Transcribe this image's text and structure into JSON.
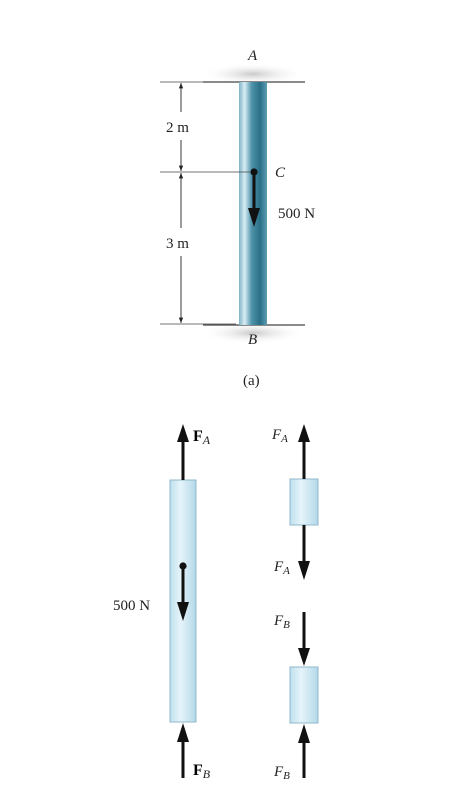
{
  "figure_a": {
    "top_support": "A",
    "bottom_support": "B",
    "point_label": "C",
    "load": "500 N",
    "dim_top": "2 m",
    "dim_bottom": "3 m",
    "caption": "(a)"
  },
  "figure_b": {
    "free_body": {
      "load": "500 N",
      "top_force": {
        "bold": "F",
        "sub": "A"
      },
      "bottom_force": {
        "bold": "F",
        "sub": "B"
      }
    },
    "segments": {
      "upper_top": {
        "main": "F",
        "sub": "A"
      },
      "upper_bottom": {
        "main": "F",
        "sub": "A"
      },
      "lower_top": {
        "main": "F",
        "sub": "B"
      },
      "lower_bottom": {
        "main": "F",
        "sub": "B"
      }
    }
  },
  "colors": {
    "rod_dark": "#2a6f86",
    "rod_light": "#cfe8f2",
    "block_fill": "#cfe9f4",
    "block_stroke": "#8fb8c8"
  }
}
